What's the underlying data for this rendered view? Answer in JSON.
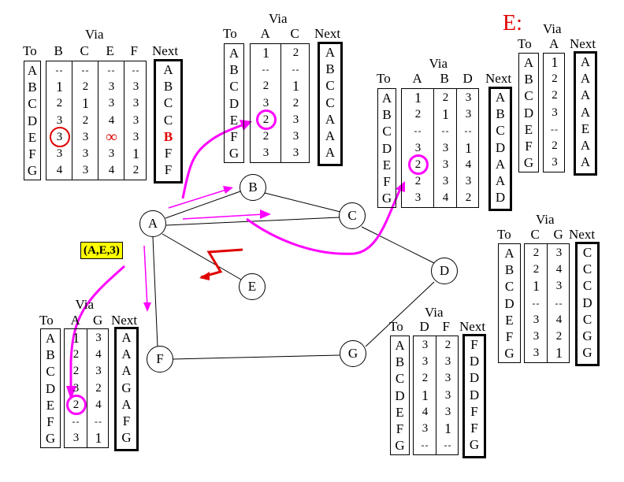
{
  "diagram": {
    "title": "Distance vector routing: link A-E failure",
    "nodes": [
      "A",
      "B",
      "C",
      "D",
      "E",
      "F",
      "G"
    ],
    "edges": [
      [
        "A",
        "B"
      ],
      [
        "B",
        "C"
      ],
      [
        "A",
        "C"
      ],
      [
        "A",
        "E"
      ],
      [
        "A",
        "F"
      ],
      [
        "C",
        "D"
      ],
      [
        "D",
        "G"
      ],
      [
        "F",
        "G"
      ]
    ],
    "broken_link": [
      "A",
      "E"
    ],
    "update_message": "(A,E,3)",
    "colors": {
      "highlight": "#ff00ff",
      "alert": "#e00000",
      "message_bg": "#ffff00"
    }
  },
  "labels": {
    "via": "Via",
    "to": "To",
    "next": "Next",
    "dash": "--",
    "infinity": "∞"
  },
  "tables": {
    "A": {
      "via_cols": [
        "B",
        "C",
        "E",
        "F"
      ],
      "to": [
        "A",
        "B",
        "C",
        "D",
        "E",
        "F",
        "G"
      ],
      "values": [
        [
          "--",
          "--",
          "--",
          "--"
        ],
        [
          "1",
          "2",
          "3",
          "3"
        ],
        [
          "2",
          "1",
          "3",
          "3"
        ],
        [
          "3",
          "2",
          "4",
          "3"
        ],
        [
          "3",
          "3",
          "∞",
          "3"
        ],
        [
          "3",
          "3",
          "3",
          "1"
        ],
        [
          "4",
          "3",
          "4",
          "2"
        ]
      ],
      "next": [
        "A",
        "B",
        "C",
        "C",
        "B",
        "F",
        "F"
      ],
      "highlight": {
        "circled": [
          4,
          0
        ],
        "infinity": [
          4,
          2
        ],
        "changed_next": 4
      }
    },
    "B": {
      "via_cols": [
        "A",
        "C"
      ],
      "to": [
        "A",
        "B",
        "C",
        "D",
        "E",
        "F",
        "G"
      ],
      "values": [
        [
          "1",
          "2"
        ],
        [
          "--",
          "--"
        ],
        [
          "2",
          "1"
        ],
        [
          "3",
          "2"
        ],
        [
          "2",
          "3"
        ],
        [
          "2",
          "3"
        ],
        [
          "3",
          "3"
        ]
      ],
      "next": [
        "A",
        "B",
        "C",
        "C",
        "A",
        "A",
        "A"
      ],
      "highlight": {
        "circled": [
          4,
          0
        ]
      }
    },
    "C": {
      "via_cols": [
        "A",
        "B",
        "D"
      ],
      "to": [
        "A",
        "B",
        "C",
        "D",
        "E",
        "F",
        "G"
      ],
      "values": [
        [
          "1",
          "2",
          "3"
        ],
        [
          "2",
          "1",
          "3"
        ],
        [
          "--",
          "--",
          "--"
        ],
        [
          "3",
          "3",
          "1"
        ],
        [
          "2",
          "3",
          "4"
        ],
        [
          "2",
          "3",
          "3"
        ],
        [
          "3",
          "4",
          "2"
        ]
      ],
      "next": [
        "A",
        "B",
        "C",
        "D",
        "A",
        "A",
        "D"
      ],
      "highlight": {
        "circled": [
          4,
          0
        ]
      }
    },
    "E": {
      "title": "E:",
      "via_cols": [
        "A"
      ],
      "to": [
        "A",
        "B",
        "C",
        "D",
        "E",
        "F",
        "G"
      ],
      "values": [
        [
          "1"
        ],
        [
          "2"
        ],
        [
          "2"
        ],
        [
          "3"
        ],
        [
          "--"
        ],
        [
          "2"
        ],
        [
          "3"
        ]
      ],
      "next": [
        "A",
        "A",
        "A",
        "A",
        "E",
        "A",
        "A"
      ]
    },
    "D": {
      "via_cols": [
        "C",
        "G"
      ],
      "to": [
        "A",
        "B",
        "C",
        "D",
        "E",
        "F",
        "G"
      ],
      "values": [
        [
          "2",
          "3"
        ],
        [
          "2",
          "4"
        ],
        [
          "1",
          "3"
        ],
        [
          "--",
          "--"
        ],
        [
          "3",
          "4"
        ],
        [
          "3",
          "2"
        ],
        [
          "3",
          "1"
        ]
      ],
      "next": [
        "C",
        "C",
        "C",
        "D",
        "C",
        "G",
        "G"
      ]
    },
    "G": {
      "via_cols": [
        "D",
        "F"
      ],
      "to": [
        "A",
        "B",
        "C",
        "D",
        "E",
        "F",
        "G"
      ],
      "values": [
        [
          "3",
          "2"
        ],
        [
          "3",
          "3"
        ],
        [
          "2",
          "3"
        ],
        [
          "1",
          "3"
        ],
        [
          "4",
          "3"
        ],
        [
          "3",
          "1"
        ],
        [
          "--",
          "--"
        ]
      ],
      "next": [
        "F",
        "D",
        "D",
        "D",
        "F",
        "F",
        "G"
      ]
    },
    "F": {
      "via_cols": [
        "A",
        "G"
      ],
      "to": [
        "A",
        "B",
        "C",
        "D",
        "E",
        "F",
        "G"
      ],
      "values": [
        [
          "1",
          "3"
        ],
        [
          "2",
          "4"
        ],
        [
          "2",
          "3"
        ],
        [
          "3",
          "2"
        ],
        [
          "2",
          "4"
        ],
        [
          "--",
          "--"
        ],
        [
          "3",
          "1"
        ]
      ],
      "next": [
        "A",
        "A",
        "A",
        "G",
        "A",
        "F",
        "G"
      ],
      "highlight": {
        "circled": [
          4,
          0
        ]
      }
    }
  }
}
